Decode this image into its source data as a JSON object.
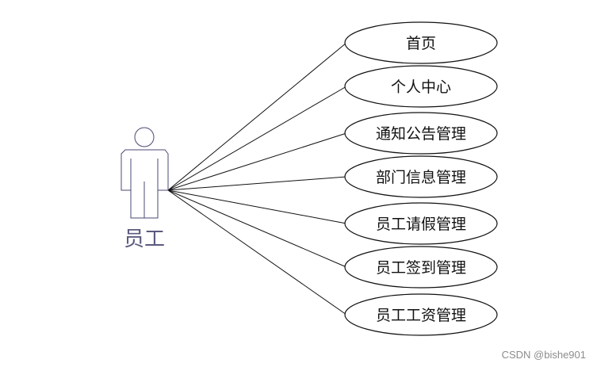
{
  "actor": {
    "label": "员工"
  },
  "use_cases": [
    {
      "id": "home",
      "label": "首页"
    },
    {
      "id": "personal-center",
      "label": "个人中心"
    },
    {
      "id": "notice-management",
      "label": "通知公告管理"
    },
    {
      "id": "department-info-management",
      "label": "部门信息管理"
    },
    {
      "id": "leave-request-management",
      "label": "员工请假管理"
    },
    {
      "id": "sign-in-management",
      "label": "员工签到管理"
    },
    {
      "id": "salary-management",
      "label": "员工工资管理"
    }
  ],
  "watermark": "CSDN @bishe901"
}
